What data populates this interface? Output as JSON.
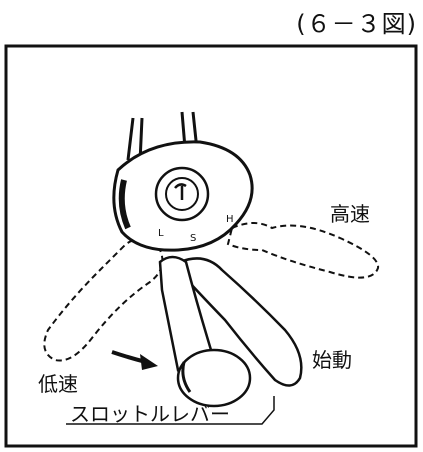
{
  "figure": {
    "number_label": "(６－３図)"
  },
  "labels": {
    "high_speed": "高速",
    "low_speed": "低速",
    "start": "始動",
    "throttle_lever": "スロットルレバー"
  },
  "dial_marks": {
    "L": "L",
    "S": "S",
    "H": "H"
  },
  "colors": {
    "ink": "#111111",
    "paper": "#ffffff"
  }
}
